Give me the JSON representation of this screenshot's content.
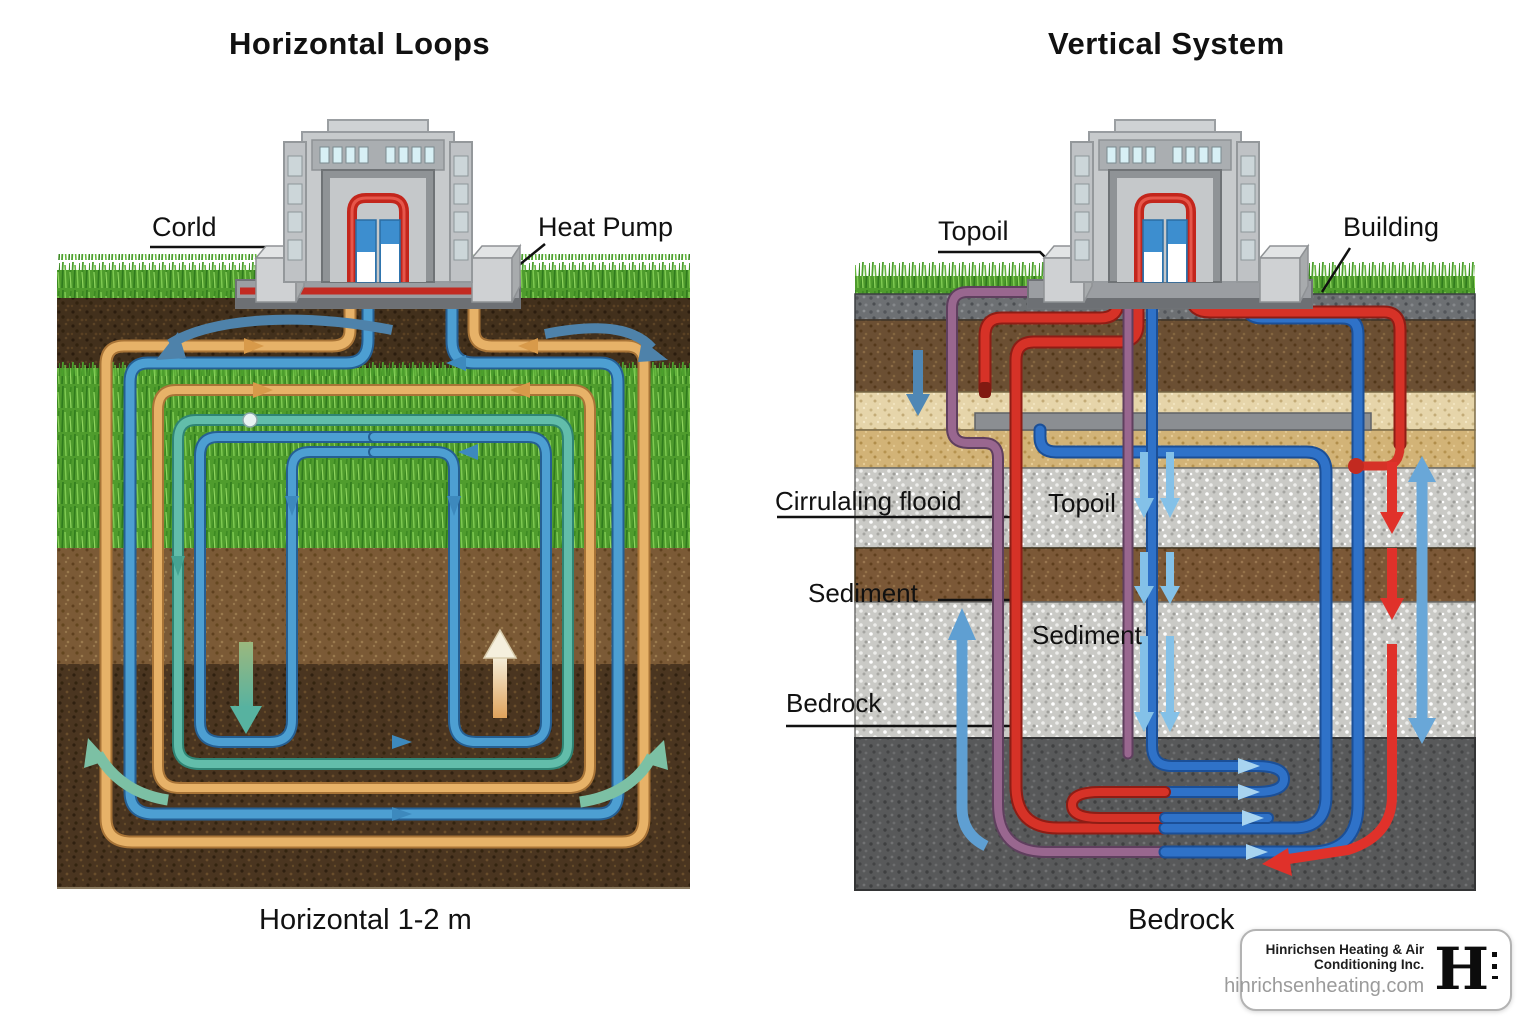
{
  "left_panel": {
    "title": "Horizontal Loops",
    "caption": "Horizontal 1-2 m",
    "label_cord": "Corld",
    "label_heat_pump": "Heat Pump"
  },
  "right_panel": {
    "title": "Vertical System",
    "caption": "Bedrock",
    "label_surface": "Topoil",
    "label_building": "Building",
    "label_circulating_fluid": "Cirrulaling flooid",
    "label_topsoil_layer": "Topoil",
    "label_sediment_upper": "Sediment",
    "label_sediment_lower": "Sediment",
    "label_bedrock": "Bedrock"
  },
  "watermark": {
    "company_line1": "Hinrichsen Heating & Air",
    "company_line2": "Conditioning Inc.",
    "website": "hinrichsenheating.com",
    "logo_letter": "H"
  },
  "colors": {
    "pipe_orange": "#e7b268",
    "pipe_blue": "#4d9fd2",
    "pipe_teal": "#62bdaa",
    "pipe_hot_red": "#d63227",
    "pipe_cold_blue": "#2f72c8",
    "pipe_purple": "#99678f",
    "arrow_light_blue": "#84c1e8",
    "arrow_red": "#e0312a",
    "grass_green": "#57a637",
    "soil_dark_brown": "#42301c",
    "soil_mid_brown": "#7b5a36",
    "bedrock_gray": "#58595a",
    "building_gray": "#c7cacc",
    "building_pipe_red": "#c3261c"
  }
}
